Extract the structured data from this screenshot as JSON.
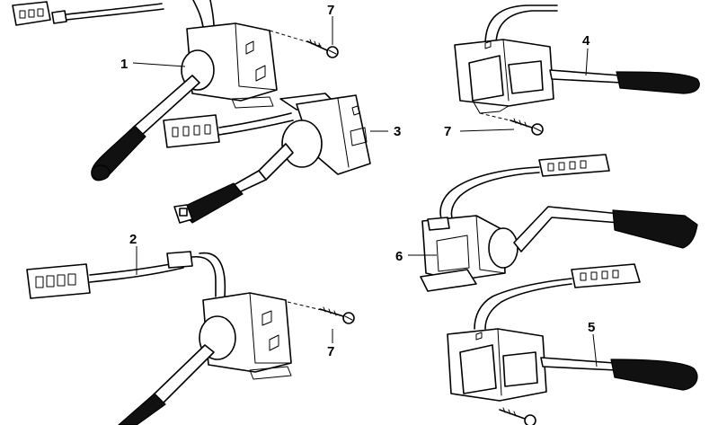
{
  "callouts": [
    {
      "id": "c1",
      "label": "1"
    },
    {
      "id": "c2",
      "label": "2"
    },
    {
      "id": "c3",
      "label": "3"
    },
    {
      "id": "c4",
      "label": "4"
    },
    {
      "id": "c5",
      "label": "5"
    },
    {
      "id": "c6",
      "label": "6"
    },
    {
      "id": "c7a",
      "label": "7"
    },
    {
      "id": "c7b",
      "label": "7"
    },
    {
      "id": "c7c",
      "label": "7"
    }
  ]
}
